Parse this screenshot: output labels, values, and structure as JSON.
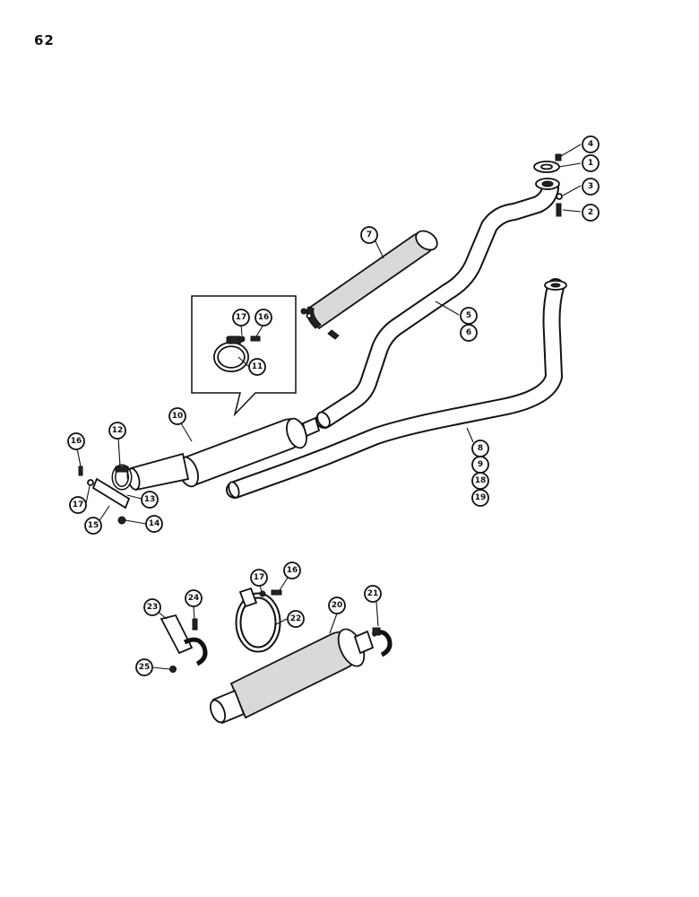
{
  "page": {
    "number": "62"
  },
  "callouts": {
    "c1": "1",
    "c2": "2",
    "c3": "3",
    "c4": "4",
    "c5": "5",
    "c6": "6",
    "c7": "7",
    "c8": "8",
    "c9": "9",
    "c18": "18",
    "c19": "19",
    "c10": "10",
    "c11": "11",
    "c12": "12",
    "c13": "13",
    "c14": "14",
    "c15": "15",
    "c16a": "16",
    "c17a": "17",
    "c16b": "16",
    "c17b": "17",
    "c16c": "16",
    "c17c": "17",
    "c20": "20",
    "c21": "21",
    "c22": "22",
    "c23": "23",
    "c24": "24",
    "c25": "25"
  }
}
